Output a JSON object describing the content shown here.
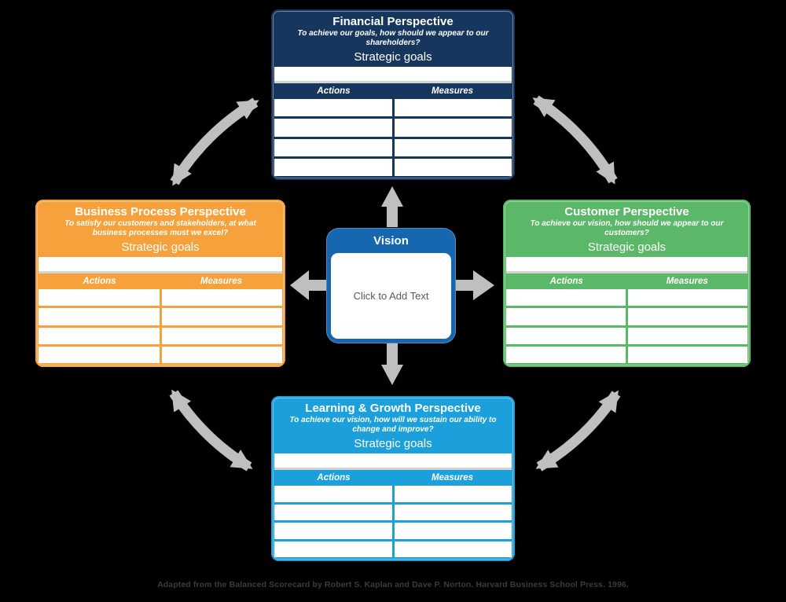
{
  "colors": {
    "background": "#000000",
    "financial": "#16365D",
    "business_process": "#F6A13C",
    "customer": "#5CB869",
    "learning_growth": "#1BA0DC",
    "vision_accent": "#1766B0",
    "arrow_gray": "#BFBFBF",
    "footer_text": "#3C3C3C"
  },
  "perspectives": [
    {
      "title": "Financial Perspective",
      "question": "To achieve our goals, how should we appear to our shareholders?",
      "strategic_goals_label": "Strategic goals",
      "actions_label": "Actions",
      "measures_label": "Measures",
      "color": "#16365D",
      "rows": [
        [
          "",
          ""
        ],
        [
          "",
          ""
        ],
        [
          "",
          ""
        ],
        [
          "",
          ""
        ]
      ]
    },
    {
      "title": "Business Process Perspective",
      "question": "To satisfy our customers and stakeholders, at what business processes must we excel?",
      "strategic_goals_label": "Strategic goals",
      "actions_label": "Actions",
      "measures_label": "Measures",
      "color": "#F6A13C",
      "rows": [
        [
          "",
          ""
        ],
        [
          "",
          ""
        ],
        [
          "",
          ""
        ],
        [
          "",
          ""
        ]
      ]
    },
    {
      "title": "Customer Perspective",
      "question": "To achieve our vision, how should we appear to our customers?",
      "strategic_goals_label": "Strategic goals",
      "actions_label": "Actions",
      "measures_label": "Measures",
      "color": "#5CB869",
      "rows": [
        [
          "",
          ""
        ],
        [
          "",
          ""
        ],
        [
          "",
          ""
        ],
        [
          "",
          ""
        ]
      ]
    },
    {
      "title": "Learning & Growth Perspective",
      "question": "To achieve our vision, how will we sustain our ability to change and improve?",
      "strategic_goals_label": "Strategic goals",
      "actions_label": "Actions",
      "measures_label": "Measures",
      "color": "#1BA0DC",
      "rows": [
        [
          "",
          ""
        ],
        [
          "",
          ""
        ],
        [
          "",
          ""
        ],
        [
          "",
          ""
        ]
      ]
    }
  ],
  "vision": {
    "title": "Vision",
    "placeholder": "Click to Add Text"
  },
  "footer": {
    "credit": "Adapted from the Balanced Scorecard by Robert S. Kaplan and Dave P. Norton. Harvard Business School Press. 1996."
  }
}
